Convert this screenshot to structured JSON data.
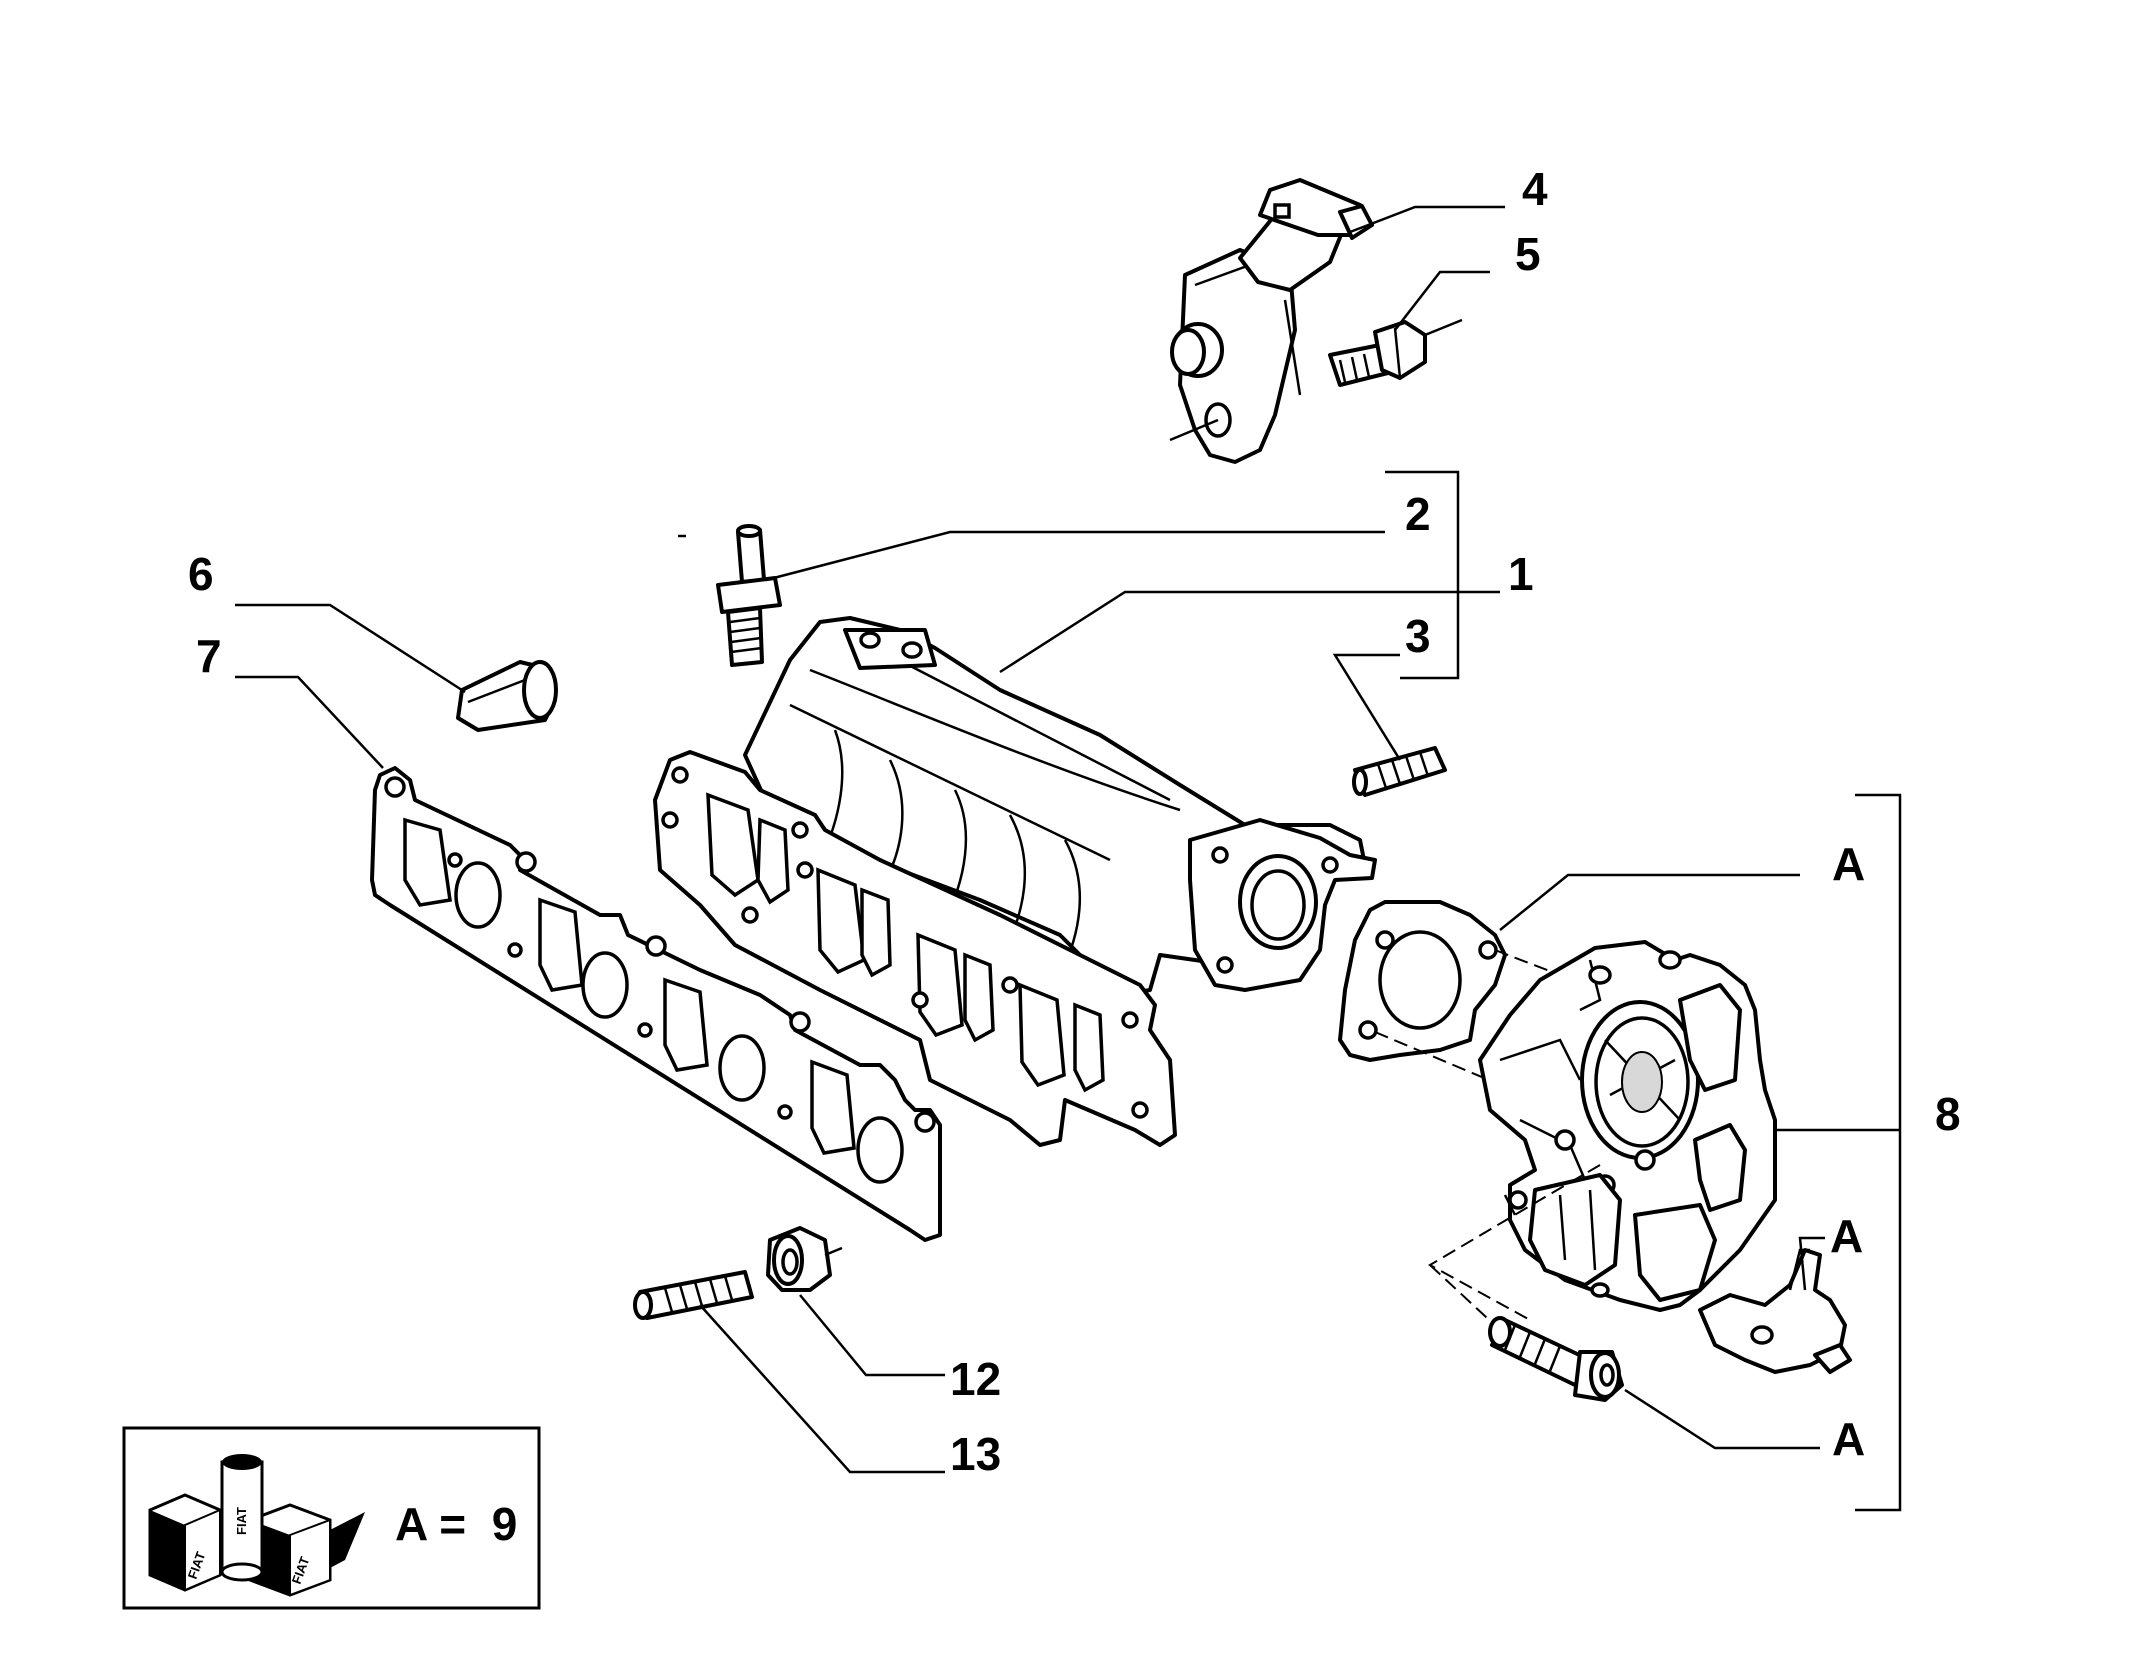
{
  "labels": {
    "p1": "1",
    "p2": "2",
    "p3": "3",
    "p4": "4",
    "p5": "5",
    "p6": "6",
    "p7": "7",
    "p8": "8",
    "p12": "12",
    "p13": "13",
    "a_top": "A",
    "a_mid": "A",
    "a_bottom": "A"
  },
  "kit": {
    "text": "A =  9",
    "brand": "FIAT"
  }
}
